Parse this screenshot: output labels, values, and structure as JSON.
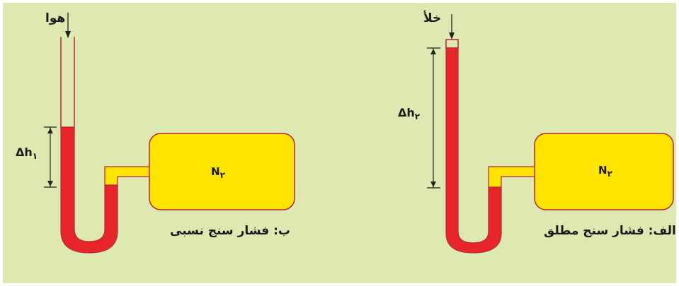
{
  "colors": {
    "background": "#dde9b0",
    "liquid": "#e8262a",
    "gas": "#ffe400",
    "outline": "#b2273a",
    "scale": "#222222"
  },
  "panel_b": {
    "caption": "ب: فشار سنج نسبی",
    "top_label": "هوا",
    "gas_label": "N",
    "gas_subscript": "۲",
    "height_label": "Δh",
    "height_subscript": "۱"
  },
  "panel_a": {
    "caption": "الف: فشار سنج مطلق",
    "top_label": "خلأ",
    "gas_label": "N",
    "gas_subscript": "۲",
    "height_label": "Δh",
    "height_subscript": "۲"
  }
}
